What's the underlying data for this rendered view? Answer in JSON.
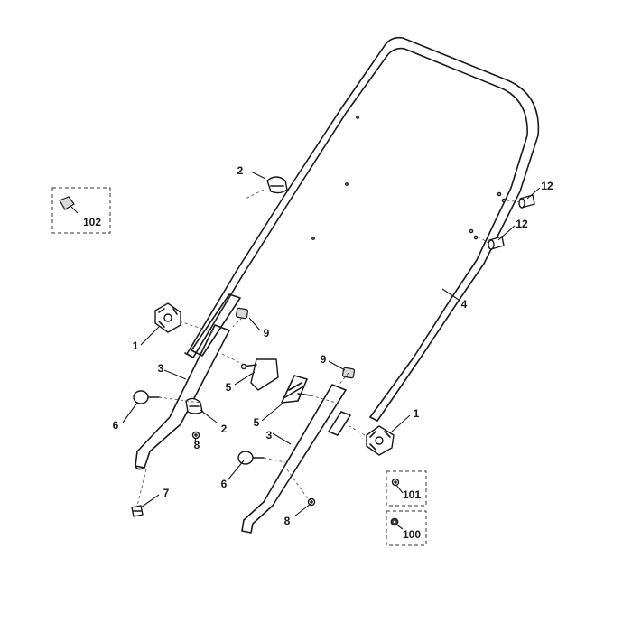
{
  "callouts": [
    {
      "id": "c1a",
      "label": "1"
    },
    {
      "id": "c1b",
      "label": "1"
    },
    {
      "id": "c2a",
      "label": "2"
    },
    {
      "id": "c2b",
      "label": "2"
    },
    {
      "id": "c3a",
      "label": "3"
    },
    {
      "id": "c3b",
      "label": "3"
    },
    {
      "id": "c4",
      "label": "4"
    },
    {
      "id": "c5a",
      "label": "5"
    },
    {
      "id": "c5b",
      "label": "5"
    },
    {
      "id": "c6a",
      "label": "6"
    },
    {
      "id": "c6b",
      "label": "6"
    },
    {
      "id": "c7",
      "label": "7"
    },
    {
      "id": "c8a",
      "label": "8"
    },
    {
      "id": "c8b",
      "label": "8"
    },
    {
      "id": "c9a",
      "label": "9"
    },
    {
      "id": "c9b",
      "label": "9"
    },
    {
      "id": "c12a",
      "label": "12"
    },
    {
      "id": "c12b",
      "label": "12"
    },
    {
      "id": "c100",
      "label": "100"
    },
    {
      "id": "c101",
      "label": "101"
    },
    {
      "id": "c102",
      "label": "102"
    }
  ]
}
